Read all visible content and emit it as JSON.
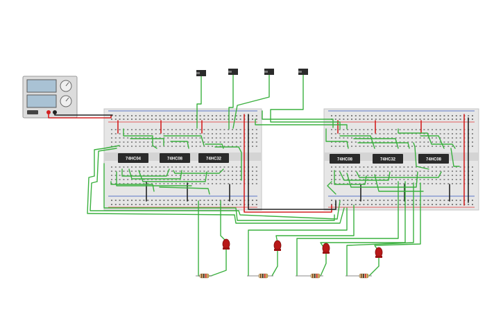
{
  "canvas": {
    "background": "#ffffff"
  },
  "colors": {
    "wire_green": "#3ab03e",
    "wire_red": "#d32020",
    "wire_black": "#222222",
    "board": "#e6e6e6",
    "rail_red": "#e03030",
    "rail_blue": "#2a52be",
    "chip": "#2a2a2a",
    "led": "#b81818",
    "psu_body": "#dcdcdc",
    "psu_screen": "#a9c2d4"
  },
  "power_supply": {
    "name": "dc-power-supply"
  },
  "chips": [
    {
      "label": "74HC04"
    },
    {
      "label": "74HC08"
    },
    {
      "label": "74HC32"
    },
    {
      "label": "74HC08"
    },
    {
      "label": "74HC32"
    },
    {
      "label": "74HC08"
    }
  ],
  "switches": [
    "toggle-switch-1",
    "toggle-switch-2",
    "toggle-switch-3",
    "toggle-switch-4"
  ],
  "leds": [
    "led-1",
    "led-2",
    "led-3",
    "led-4"
  ],
  "resistors": [
    "resistor-1",
    "resistor-2",
    "resistor-3",
    "resistor-4"
  ]
}
